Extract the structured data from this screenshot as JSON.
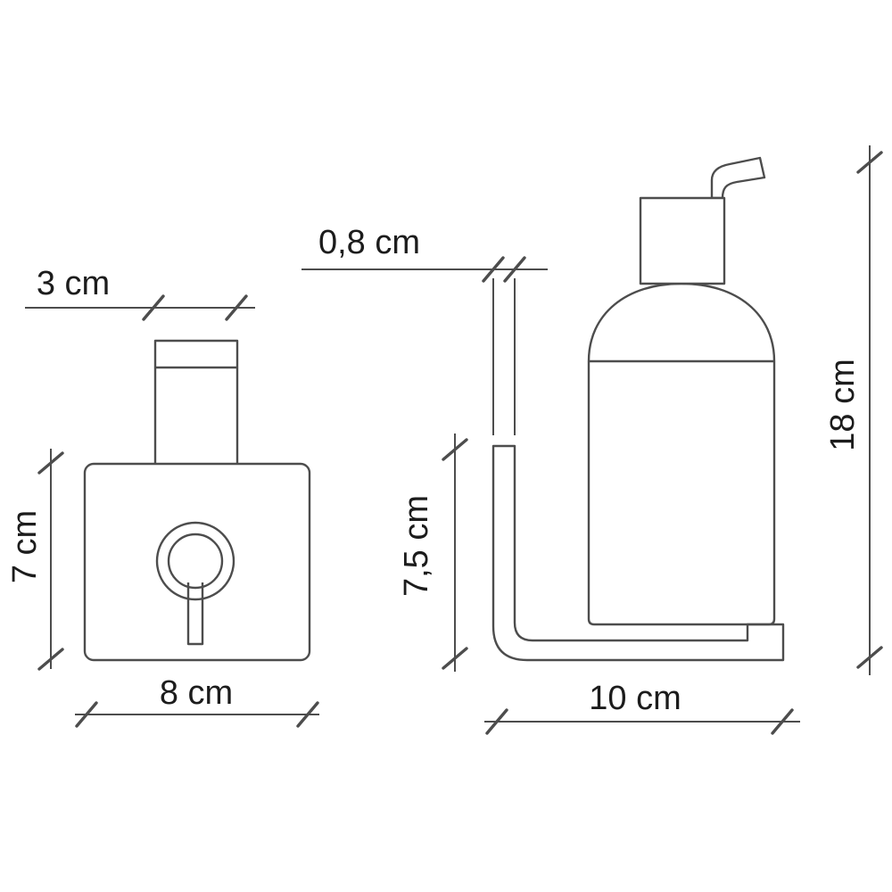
{
  "drawing": {
    "type": "technical-dimension-diagram",
    "subject": "wall-mounted soap dispenser holder, front view and side view with bottle",
    "colors": {
      "line": "#4d4d4d",
      "text": "#1c1c1c",
      "background": "#ffffff"
    },
    "front_view": {
      "labels": {
        "pump_width": "3 cm",
        "height": "7 cm",
        "width": "8 cm"
      }
    },
    "side_view": {
      "labels": {
        "plate_thickness": "0,8 cm",
        "bracket_height": "7,5 cm",
        "overall_height": "18 cm",
        "depth": "10 cm"
      }
    }
  }
}
